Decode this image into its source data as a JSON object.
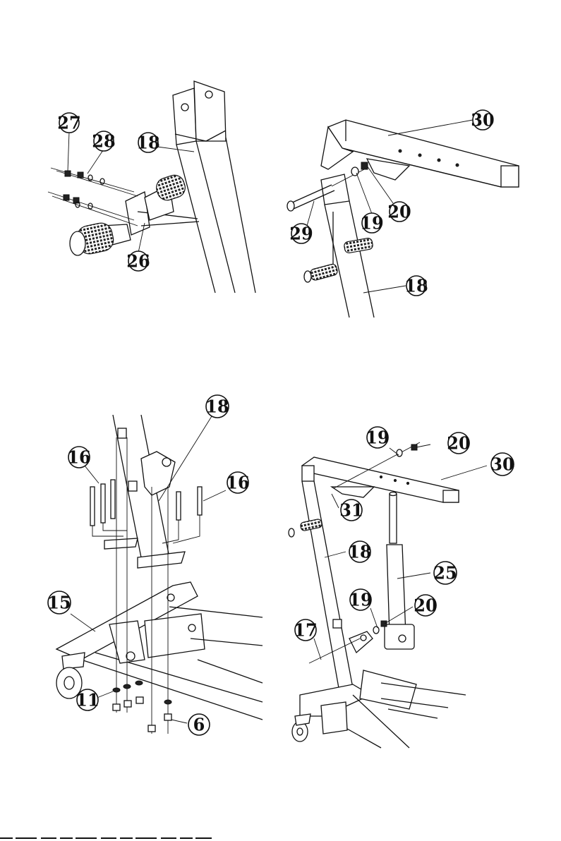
{
  "panels": [
    {
      "id": "top-left",
      "callouts": [
        {
          "key": "27",
          "label": "27"
        },
        {
          "key": "28",
          "label": "28"
        },
        {
          "key": "18",
          "label": "18"
        },
        {
          "key": "26",
          "label": "26"
        }
      ]
    },
    {
      "id": "top-right",
      "callouts": [
        {
          "key": "30",
          "label": "30"
        },
        {
          "key": "29",
          "label": "29"
        },
        {
          "key": "19",
          "label": "19"
        },
        {
          "key": "20",
          "label": "20"
        },
        {
          "key": "18",
          "label": "18"
        }
      ]
    },
    {
      "id": "bottom-left",
      "callouts": [
        {
          "key": "18",
          "label": "18"
        },
        {
          "key": "16a",
          "label": "16"
        },
        {
          "key": "16b",
          "label": "16"
        },
        {
          "key": "15",
          "label": "15"
        },
        {
          "key": "11",
          "label": "11"
        },
        {
          "key": "6",
          "label": "6"
        }
      ]
    },
    {
      "id": "bottom-right",
      "callouts": [
        {
          "key": "19a",
          "label": "19"
        },
        {
          "key": "20a",
          "label": "20"
        },
        {
          "key": "30",
          "label": "30"
        },
        {
          "key": "31",
          "label": "31"
        },
        {
          "key": "18",
          "label": "18"
        },
        {
          "key": "25",
          "label": "25"
        },
        {
          "key": "19b",
          "label": "19"
        },
        {
          "key": "20b",
          "label": "20"
        },
        {
          "key": "17",
          "label": "17"
        }
      ]
    }
  ],
  "colors": {
    "ink": "#111111",
    "paper": "#ffffff"
  }
}
